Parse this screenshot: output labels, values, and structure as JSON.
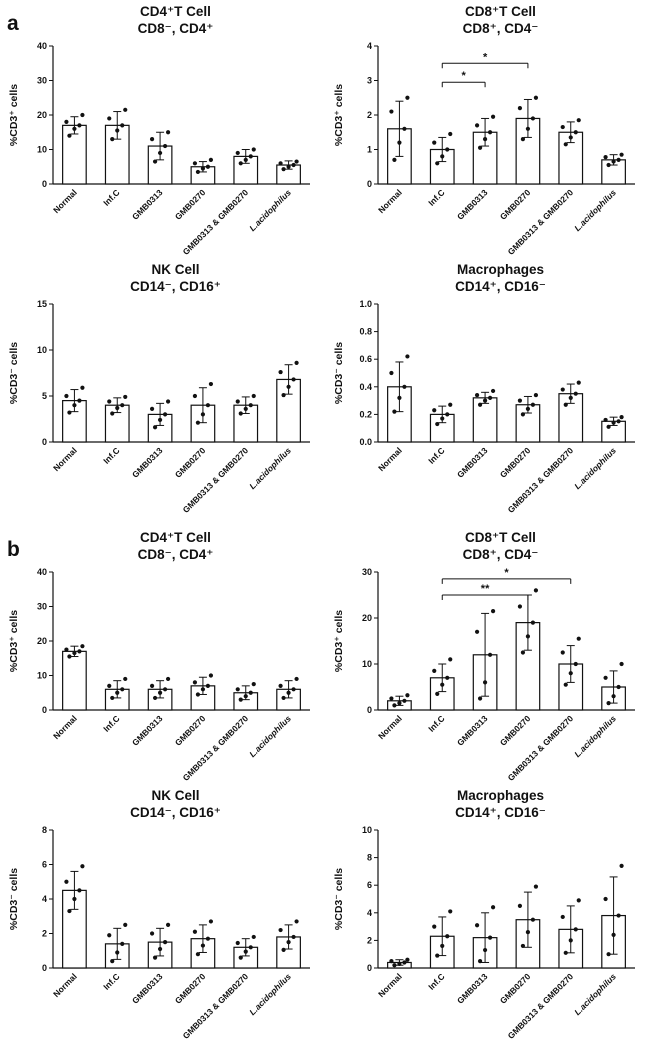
{
  "panels": [
    {
      "label": "a"
    },
    {
      "label": "b"
    }
  ],
  "chart_data": [
    {
      "panel": "a",
      "type": "bar",
      "title": "CD4⁺T Cell",
      "subtitle": "CD8⁻, CD4⁺",
      "ylabel": "%CD3⁺ cells",
      "ylim": [
        0,
        40
      ],
      "yticks": [
        "0",
        "10",
        "20",
        "30",
        "40"
      ],
      "categories": [
        "Normal",
        "Inf.C",
        "GMB0313",
        "GMB0270",
        "GMB0313 & GMB0270",
        "L.acidophilus"
      ],
      "values": [
        17,
        17,
        11,
        5,
        8,
        5.5
      ],
      "errors": [
        2.5,
        4,
        4,
        1.5,
        2,
        1.2
      ],
      "points": [
        [
          14,
          16,
          17,
          18,
          20
        ],
        [
          13,
          15.5,
          17,
          19,
          21.5
        ],
        [
          6.5,
          9,
          11,
          13,
          15
        ],
        [
          3.5,
          4.5,
          5,
          6,
          7
        ],
        [
          6,
          7,
          8,
          9,
          10
        ],
        [
          4.3,
          5,
          5.5,
          6,
          6.5
        ]
      ],
      "significance": []
    },
    {
      "panel": "a",
      "type": "bar",
      "title": "CD8⁺T Cell",
      "subtitle": "CD8⁺, CD4⁻",
      "ylabel": "%CD3⁺ cells",
      "ylim": [
        0,
        4
      ],
      "yticks": [
        "0",
        "1",
        "2",
        "3",
        "4"
      ],
      "categories": [
        "Normal",
        "Inf.C",
        "GMB0313",
        "GMB0270",
        "GMB0313 & GMB0270",
        "L.acidophilus"
      ],
      "values": [
        1.6,
        1.0,
        1.5,
        1.9,
        1.5,
        0.7
      ],
      "errors": [
        0.8,
        0.35,
        0.4,
        0.55,
        0.3,
        0.15
      ],
      "points": [
        [
          0.7,
          1.2,
          1.6,
          2.1,
          2.5
        ],
        [
          0.6,
          0.8,
          1.0,
          1.2,
          1.45
        ],
        [
          1.05,
          1.3,
          1.5,
          1.7,
          1.95
        ],
        [
          1.3,
          1.6,
          1.9,
          2.2,
          2.5
        ],
        [
          1.15,
          1.35,
          1.5,
          1.65,
          1.85
        ],
        [
          0.55,
          0.65,
          0.7,
          0.78,
          0.85
        ]
      ],
      "significance": [
        {
          "from": 1,
          "to": 2,
          "label": "*",
          "y": 2.95
        },
        {
          "from": 1,
          "to": 3,
          "label": "*",
          "y": 3.5
        }
      ]
    },
    {
      "panel": "a",
      "type": "bar",
      "title": "NK Cell",
      "subtitle": "CD14⁻, CD16⁺",
      "ylabel": "%CD3⁻ cells",
      "ylim": [
        0,
        15
      ],
      "yticks": [
        "0",
        "5",
        "10",
        "15"
      ],
      "categories": [
        "Normal",
        "Inf.C",
        "GMB0313",
        "GMB0270",
        "GMB0313 & GMB0270",
        "L.acidophilus"
      ],
      "values": [
        4.5,
        4.0,
        3.0,
        4.0,
        4.0,
        6.8
      ],
      "errors": [
        1.2,
        0.8,
        1.2,
        1.9,
        0.9,
        1.6
      ],
      "points": [
        [
          3.2,
          4,
          4.5,
          5,
          5.9
        ],
        [
          3.1,
          3.7,
          4,
          4.4,
          4.9
        ],
        [
          1.6,
          2.4,
          3,
          3.6,
          4.4
        ],
        [
          2.1,
          3,
          4,
          5,
          6.3
        ],
        [
          3.1,
          3.6,
          4,
          4.4,
          5
        ],
        [
          5.1,
          6,
          6.8,
          7.6,
          8.6
        ]
      ],
      "significance": []
    },
    {
      "panel": "a",
      "type": "bar",
      "title": "Macrophages",
      "subtitle": "CD14⁺, CD16⁻",
      "ylabel": "%CD3⁻ cells",
      "ylim": [
        0,
        1.0
      ],
      "yticks": [
        "0.0",
        "0.2",
        "0.4",
        "0.6",
        "0.8",
        "1.0"
      ],
      "categories": [
        "Normal",
        "Inf.C",
        "GMB0313",
        "GMB0270",
        "GMB0313 & GMB0270",
        "L.acidophilus"
      ],
      "values": [
        0.4,
        0.2,
        0.32,
        0.27,
        0.35,
        0.15
      ],
      "errors": [
        0.18,
        0.06,
        0.04,
        0.06,
        0.07,
        0.03
      ],
      "points": [
        [
          0.22,
          0.32,
          0.4,
          0.5,
          0.62
        ],
        [
          0.13,
          0.17,
          0.2,
          0.23,
          0.27
        ],
        [
          0.27,
          0.3,
          0.32,
          0.34,
          0.37
        ],
        [
          0.2,
          0.24,
          0.27,
          0.3,
          0.34
        ],
        [
          0.27,
          0.32,
          0.35,
          0.38,
          0.43
        ],
        [
          0.11,
          0.14,
          0.15,
          0.16,
          0.18
        ]
      ],
      "significance": []
    },
    {
      "panel": "b",
      "type": "bar",
      "title": "CD4⁺T Cell",
      "subtitle": "CD8⁻, CD4⁺",
      "ylabel": "%CD3⁺ cells",
      "ylim": [
        0,
        40
      ],
      "yticks": [
        "0",
        "10",
        "20",
        "30",
        "40"
      ],
      "categories": [
        "Normal",
        "Inf.C",
        "GMB0313",
        "GMB0270",
        "GMB0313 & GMB0270",
        "L.acidophilus"
      ],
      "values": [
        17,
        6,
        6,
        7,
        5,
        6
      ],
      "errors": [
        1.5,
        2.5,
        2.5,
        2.5,
        2,
        2.5
      ],
      "points": [
        [
          15.5,
          16.5,
          17,
          17.5,
          18.5
        ],
        [
          3.5,
          5,
          6,
          7,
          9
        ],
        [
          3.5,
          5,
          6,
          7,
          9
        ],
        [
          4.5,
          6,
          7,
          8,
          10
        ],
        [
          3,
          4,
          5,
          6,
          7.5
        ],
        [
          3.5,
          5,
          6,
          7,
          9
        ]
      ],
      "significance": []
    },
    {
      "panel": "b",
      "type": "bar",
      "title": "CD8⁺T Cell",
      "subtitle": "CD8⁺, CD4⁻",
      "ylabel": "%CD3⁺ cells",
      "ylim": [
        0,
        30
      ],
      "yticks": [
        "0",
        "10",
        "20",
        "30"
      ],
      "categories": [
        "Normal",
        "Inf.C",
        "GMB0313",
        "GMB0270",
        "GMB0313 & GMB0270",
        "L.acidophilus"
      ],
      "values": [
        2,
        7,
        12,
        19,
        10,
        5
      ],
      "errors": [
        1,
        3,
        9,
        6,
        4,
        3.5
      ],
      "points": [
        [
          1,
          1.5,
          2,
          2.5,
          3.2
        ],
        [
          3.5,
          5.5,
          7,
          8.5,
          11
        ],
        [
          2.5,
          6,
          12,
          17,
          21.5
        ],
        [
          12.5,
          16,
          19,
          22.5,
          26
        ],
        [
          5.5,
          8,
          10,
          12.5,
          15.5
        ],
        [
          1.5,
          3,
          5,
          7,
          10
        ]
      ],
      "significance": [
        {
          "from": 1,
          "to": 3,
          "label": "**",
          "y": 25
        },
        {
          "from": 1,
          "to": 4,
          "label": "*",
          "y": 28.5
        }
      ]
    },
    {
      "panel": "b",
      "type": "bar",
      "title": "NK Cell",
      "subtitle": "CD14⁻, CD16⁺",
      "ylabel": "%CD3⁻ cells",
      "ylim": [
        0,
        8
      ],
      "yticks": [
        "0",
        "2",
        "4",
        "6",
        "8"
      ],
      "categories": [
        "Normal",
        "Inf.C",
        "GMB0313",
        "GMB0270",
        "GMB0313 & GMB0270",
        "L.acidophilus"
      ],
      "values": [
        4.5,
        1.4,
        1.5,
        1.7,
        1.2,
        1.8
      ],
      "errors": [
        1.1,
        0.9,
        0.8,
        0.8,
        0.5,
        0.7
      ],
      "points": [
        [
          3.3,
          4,
          4.5,
          5,
          5.9
        ],
        [
          0.4,
          0.9,
          1.4,
          1.9,
          2.5
        ],
        [
          0.6,
          1.1,
          1.5,
          2,
          2.5
        ],
        [
          0.8,
          1.3,
          1.7,
          2.1,
          2.7
        ],
        [
          0.6,
          0.95,
          1.2,
          1.45,
          1.8
        ],
        [
          1.05,
          1.5,
          1.8,
          2.2,
          2.7
        ]
      ],
      "significance": []
    },
    {
      "panel": "b",
      "type": "bar",
      "title": "Macrophages",
      "subtitle": "CD14⁺, CD16⁻",
      "ylabel": "%CD3⁻ cells",
      "ylim": [
        0,
        10
      ],
      "yticks": [
        "0",
        "2",
        "4",
        "6",
        "8",
        "10"
      ],
      "categories": [
        "Normal",
        "Inf.C",
        "GMB0313",
        "GMB0270",
        "GMB0313 & GMB0270",
        "L.acidophilus"
      ],
      "values": [
        0.4,
        2.3,
        2.2,
        3.5,
        2.8,
        3.8
      ],
      "errors": [
        0.2,
        1.4,
        1.8,
        2.0,
        1.7,
        2.8
      ],
      "points": [
        [
          0.2,
          0.3,
          0.4,
          0.5,
          0.6
        ],
        [
          0.9,
          1.6,
          2.3,
          3,
          4.1
        ],
        [
          0.5,
          1.3,
          2.2,
          3.1,
          4.4
        ],
        [
          1.6,
          2.6,
          3.5,
          4.5,
          5.9
        ],
        [
          1.1,
          2,
          2.8,
          3.7,
          4.9
        ],
        [
          1,
          2.4,
          3.8,
          5,
          7.4
        ]
      ],
      "significance": []
    }
  ]
}
